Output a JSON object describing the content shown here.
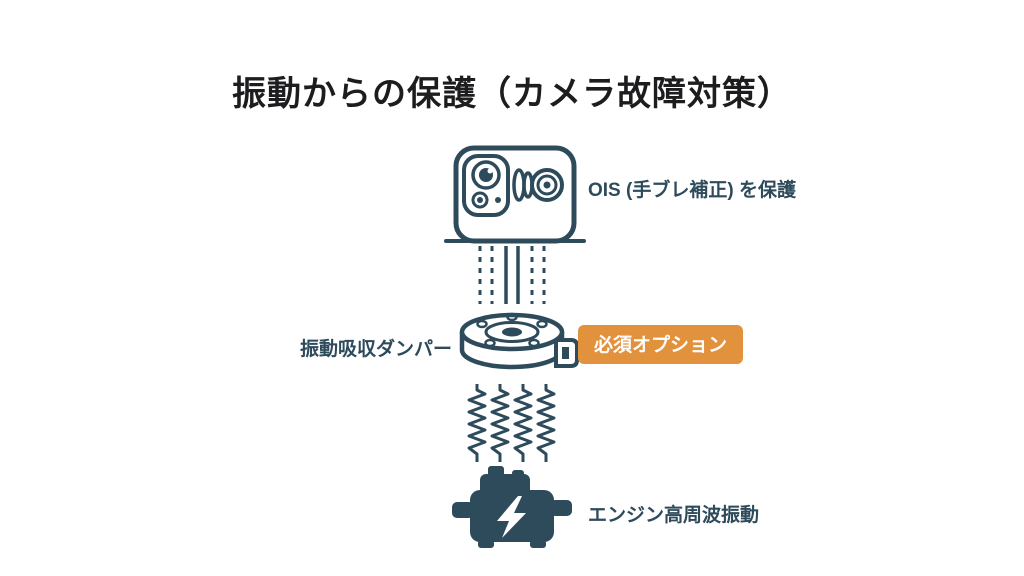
{
  "title": "振動からの保護（カメラ故障対策）",
  "labels": {
    "ois": "OIS (手ブレ補正) を保護",
    "damper": "振動吸収ダンパー",
    "badge": "必須オプション",
    "engine": "エンジン高周波振動"
  },
  "icons": {
    "phone_camera": "smartphone-camera-ois-icon",
    "damper": "vibration-damper-icon",
    "springs": "coil-springs-icon",
    "engine": "engine-icon",
    "lightning": "lightning-bolt-icon"
  },
  "colors": {
    "navy": "#2e4b5c",
    "orange": "#e2913c",
    "title": "#1d1d1f",
    "background": "#ffffff"
  }
}
